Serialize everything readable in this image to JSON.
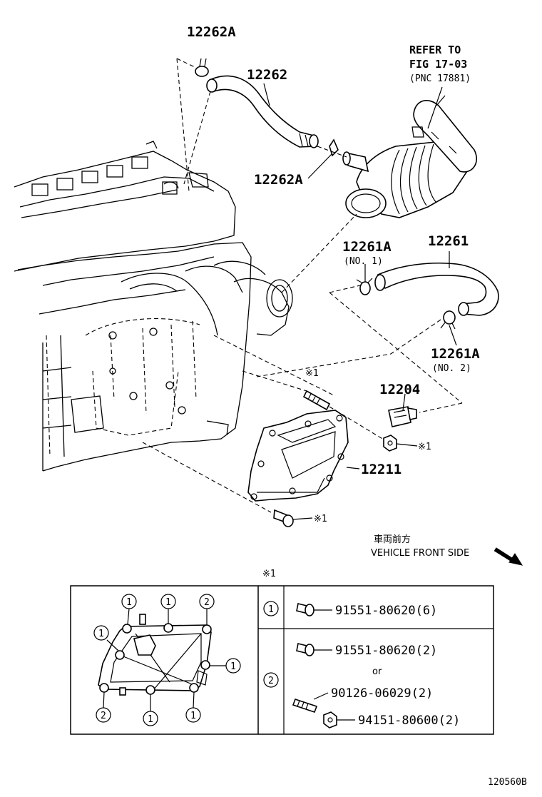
{
  "callouts": {
    "p12262A_top": "12262A",
    "p12262": "12262",
    "p12262A_mid": "12262A",
    "refer_line1": "REFER TO",
    "refer_line2": "FIG 17-03",
    "refer_line3": "(PNC 17881)",
    "p12261A_top": "12261A",
    "p12261A_top_sub": "(NO. 1)",
    "p12261": "12261",
    "p12261A_bot": "12261A",
    "p12261A_bot_sub": "(NO. 2)",
    "note_mark_a": "※1",
    "p12204": "12204",
    "note_mark_b": "※1",
    "p12211": "12211",
    "note_mark_c": "※1"
  },
  "direction": {
    "japanese": "車両前方",
    "english": "VEHICLE FRONT SIDE"
  },
  "detail": {
    "title_mark": "※1",
    "gasket_numbers": [
      "1",
      "1",
      "2",
      "1",
      "1",
      "2",
      "1",
      "1"
    ],
    "rows": [
      {
        "key": "1",
        "items": [
          {
            "part": "91551-80620(6)"
          }
        ]
      },
      {
        "key": "2",
        "items": [
          {
            "part": "91551-80620(2)"
          },
          {
            "part": "90126-06029(2)"
          },
          {
            "part": "94151-80600(2)"
          }
        ],
        "separator": "or"
      }
    ]
  },
  "figure_id": "120560B"
}
